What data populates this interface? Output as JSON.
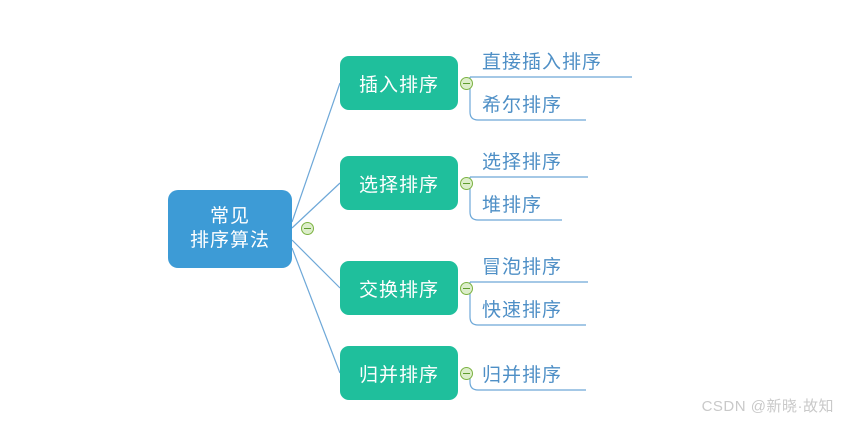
{
  "diagram": {
    "type": "mind-map",
    "background": "#ffffff",
    "colors": {
      "root_fill": "#3d9bd6",
      "branch_fill": "#1fbf9c",
      "leaf_text": "#4e8fc6",
      "connector": "#6ea8d8",
      "toggle_border": "#7cb342",
      "toggle_fill": "#ddeecb",
      "watermark_text": "#c9c9c9"
    },
    "root": {
      "id": "root",
      "lines": [
        "常见",
        "排序算法"
      ],
      "toggle_state": "collapse"
    },
    "branches": [
      {
        "id": "branch-insertion",
        "label": "插入排序",
        "toggle_state": "collapse",
        "children": [
          {
            "id": "leaf-direct-insertion",
            "label": "直接插入排序"
          },
          {
            "id": "leaf-shell",
            "label": "希尔排序"
          }
        ]
      },
      {
        "id": "branch-selection",
        "label": "选择排序",
        "toggle_state": "collapse",
        "children": [
          {
            "id": "leaf-selection",
            "label": "选择排序"
          },
          {
            "id": "leaf-heap",
            "label": "堆排序"
          }
        ]
      },
      {
        "id": "branch-exchange",
        "label": "交换排序",
        "toggle_state": "collapse",
        "children": [
          {
            "id": "leaf-bubble",
            "label": "冒泡排序"
          },
          {
            "id": "leaf-quick",
            "label": "快速排序"
          }
        ]
      },
      {
        "id": "branch-merge",
        "label": "归并排序",
        "toggle_state": "collapse",
        "children": [
          {
            "id": "leaf-merge",
            "label": "归并排序"
          }
        ]
      }
    ]
  },
  "watermark": {
    "label": "CSDN @新晓·故知"
  }
}
